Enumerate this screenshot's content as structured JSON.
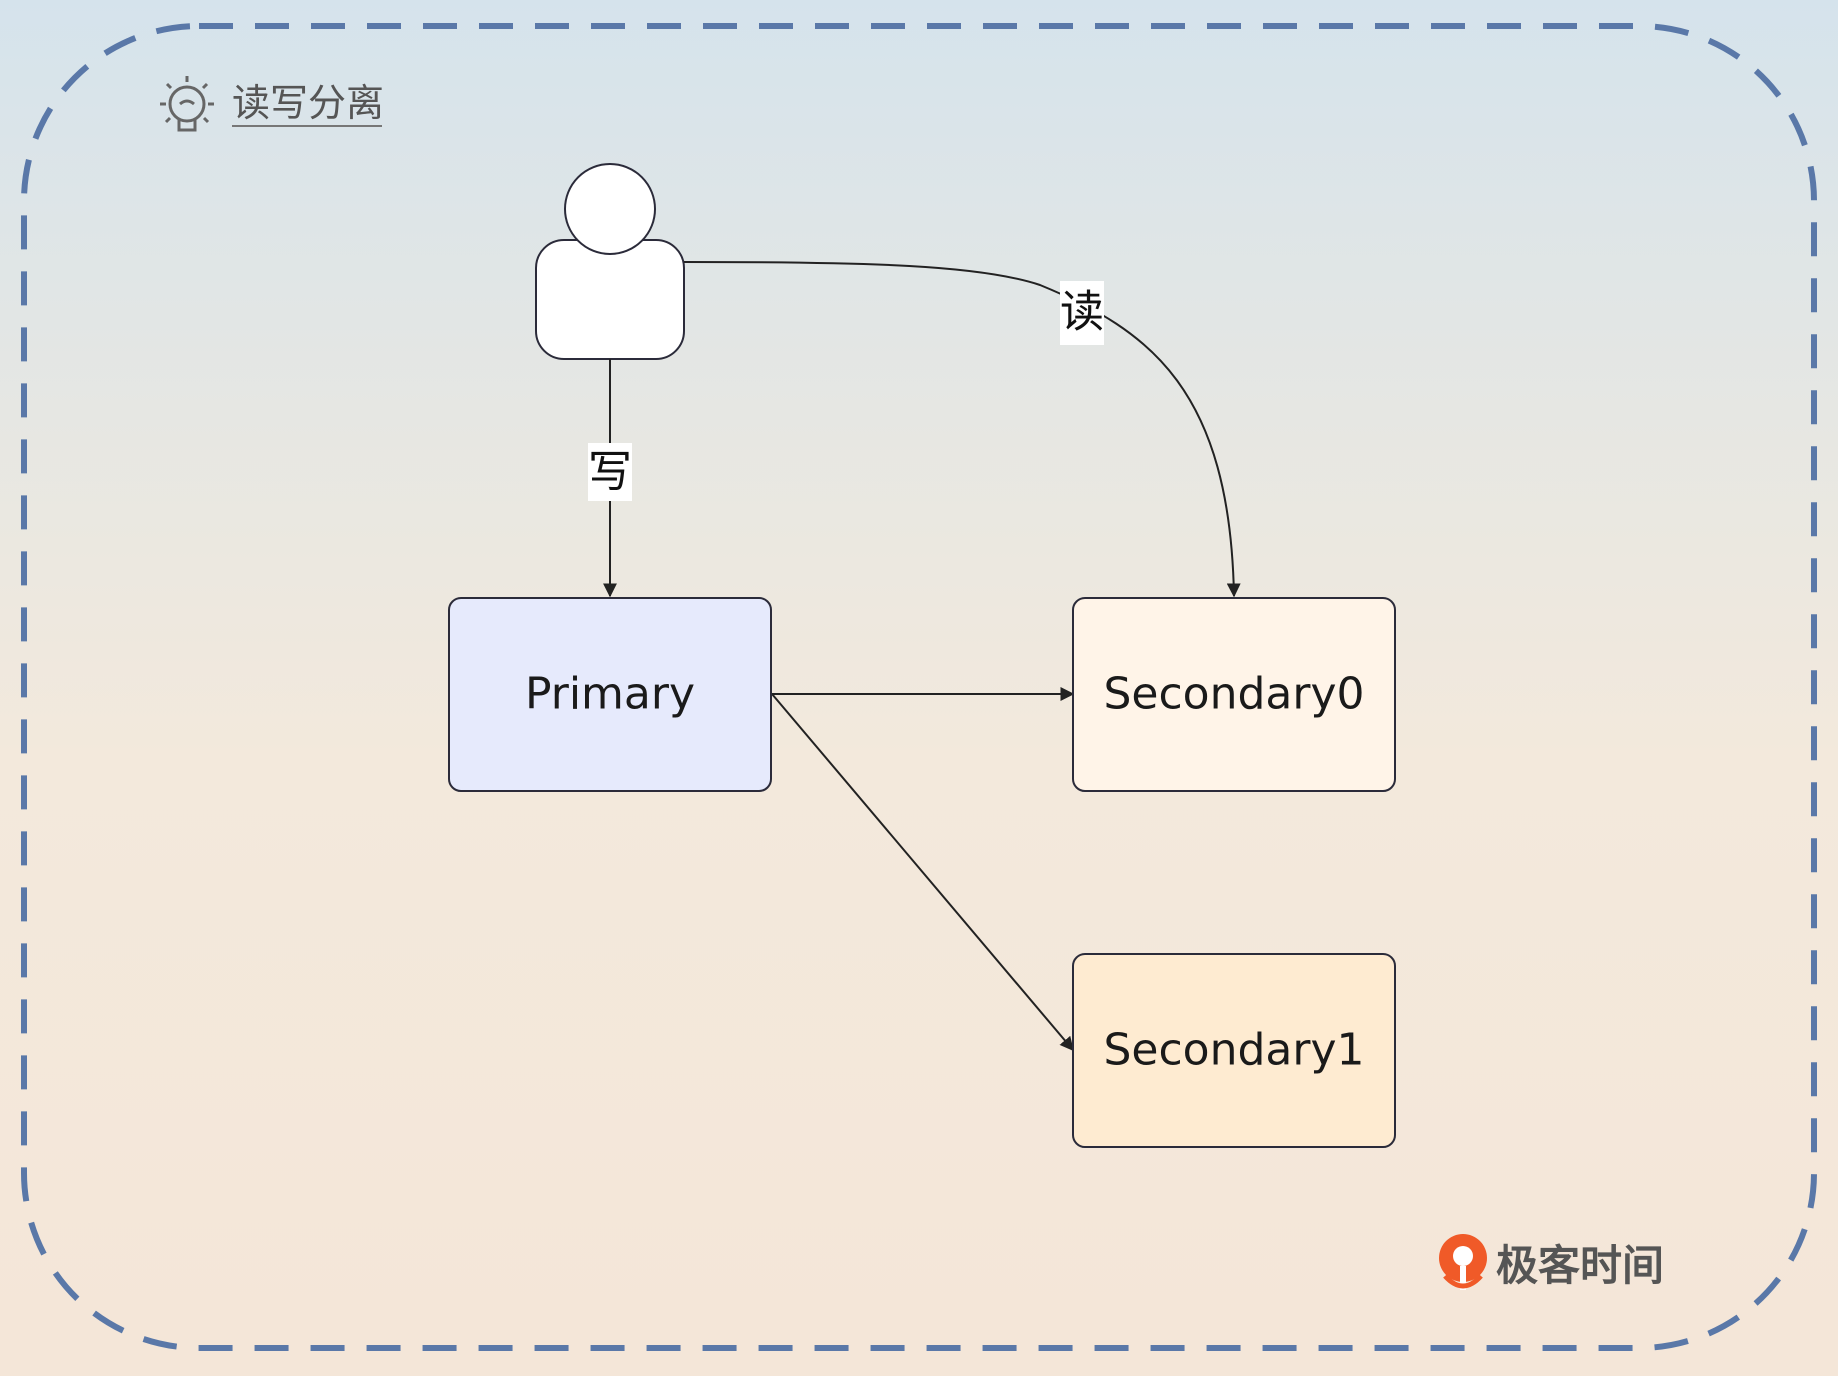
{
  "diagram": {
    "title": "读写分离",
    "nodes": {
      "primary": {
        "label": "Primary",
        "fill": "#e6eafc"
      },
      "secondary0": {
        "label": "Secondary0",
        "fill": "#fff4e8"
      },
      "secondary1": {
        "label": "Secondary1",
        "fill": "#feebd1"
      }
    },
    "edges": {
      "write_label": "写",
      "read_label": "读"
    }
  },
  "branding": {
    "name": "极客时间",
    "accent": "#f05a28"
  },
  "colors": {
    "frame_dash": "#5a78a8",
    "stroke": "#2b2b3a"
  }
}
